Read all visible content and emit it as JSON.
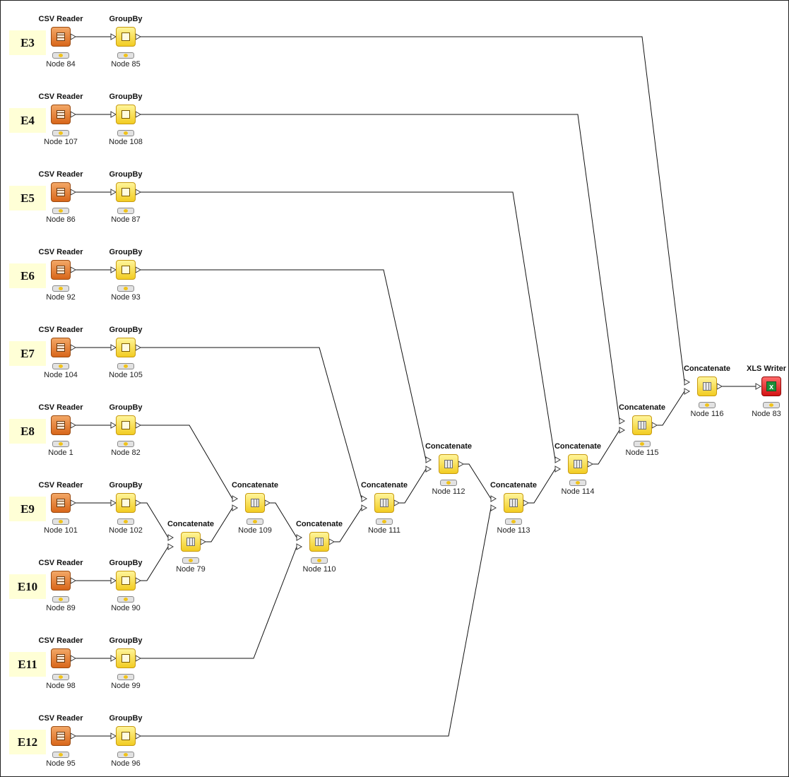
{
  "row_labels": [
    "E3",
    "E4",
    "E5",
    "E6",
    "E7",
    "E8",
    "E9",
    "E10",
    "E11",
    "E12"
  ],
  "node_types": {
    "reader": "CSV Reader",
    "groupby": "GroupBy",
    "concat": "Concatenate",
    "writer": "XLS Writer"
  },
  "readers": [
    "Node 84",
    "Node 107",
    "Node 86",
    "Node 92",
    "Node 104",
    "Node 1",
    "Node 101",
    "Node 89",
    "Node 98",
    "Node 95"
  ],
  "groupbys": [
    "Node 85",
    "Node 108",
    "Node 87",
    "Node 93",
    "Node 105",
    "Node 82",
    "Node 102",
    "Node 90",
    "Node 99",
    "Node 96"
  ],
  "concats": [
    "Node 79",
    "Node 109",
    "Node 110",
    "Node 111",
    "Node 112",
    "Node 113",
    "Node 114",
    "Node 115",
    "Node 116"
  ],
  "writer": "Node 83",
  "colors": {
    "reader": "#e07a2e",
    "aggregator": "#f5d63a",
    "writer": "#e02020",
    "row_label_bg": "#ffffd6"
  },
  "icons": {
    "reader": "csv-reader-icon",
    "groupby": "groupby-icon",
    "concat": "concatenate-icon",
    "writer": "xls-writer-icon"
  }
}
